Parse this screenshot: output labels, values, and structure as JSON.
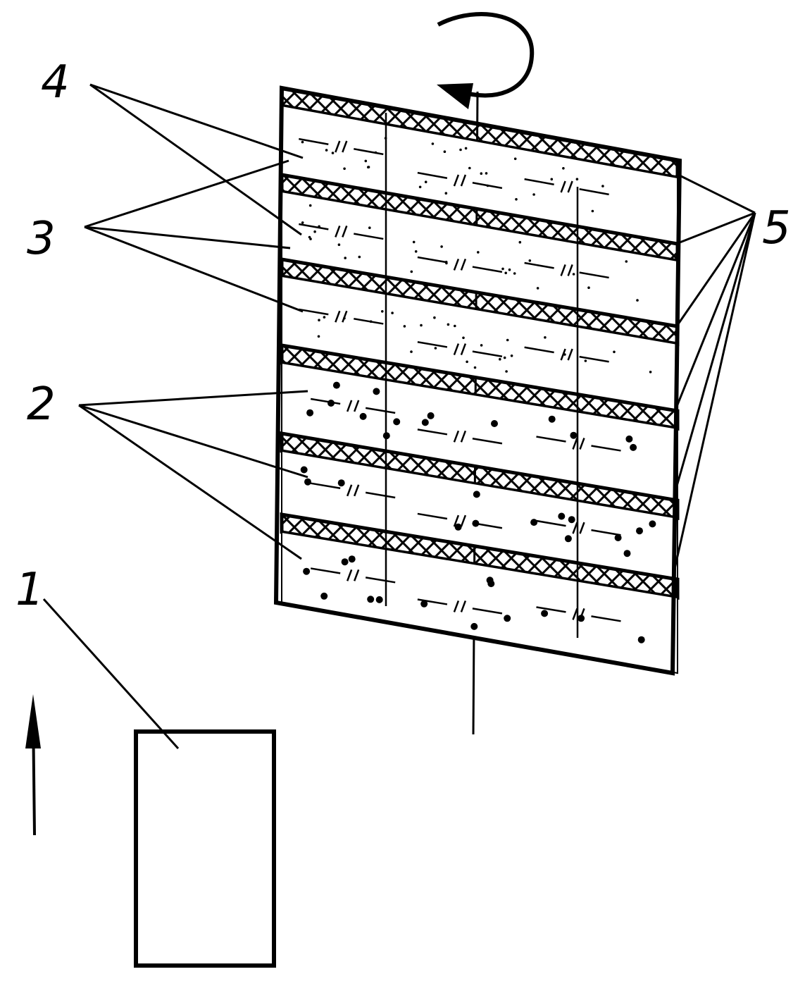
{
  "labels": {
    "label_1": "1",
    "label_2": "2",
    "label_3": "3",
    "label_4": "4",
    "label_5": "5"
  },
  "colors": {
    "ink": "#000000",
    "paper": "#ffffff"
  },
  "layers": [
    {
      "kind": "mesh"
    },
    {
      "kind": "fine-particle",
      "ref": "3"
    },
    {
      "kind": "mesh"
    },
    {
      "kind": "fine-particle",
      "ref": "3"
    },
    {
      "kind": "mesh"
    },
    {
      "kind": "fine-particle",
      "ref": "3"
    },
    {
      "kind": "mesh"
    },
    {
      "kind": "coarse-particle",
      "ref": "2"
    },
    {
      "kind": "mesh"
    },
    {
      "kind": "coarse-particle",
      "ref": "2"
    },
    {
      "kind": "mesh"
    },
    {
      "kind": "coarse-particle",
      "ref": "2"
    }
  ]
}
